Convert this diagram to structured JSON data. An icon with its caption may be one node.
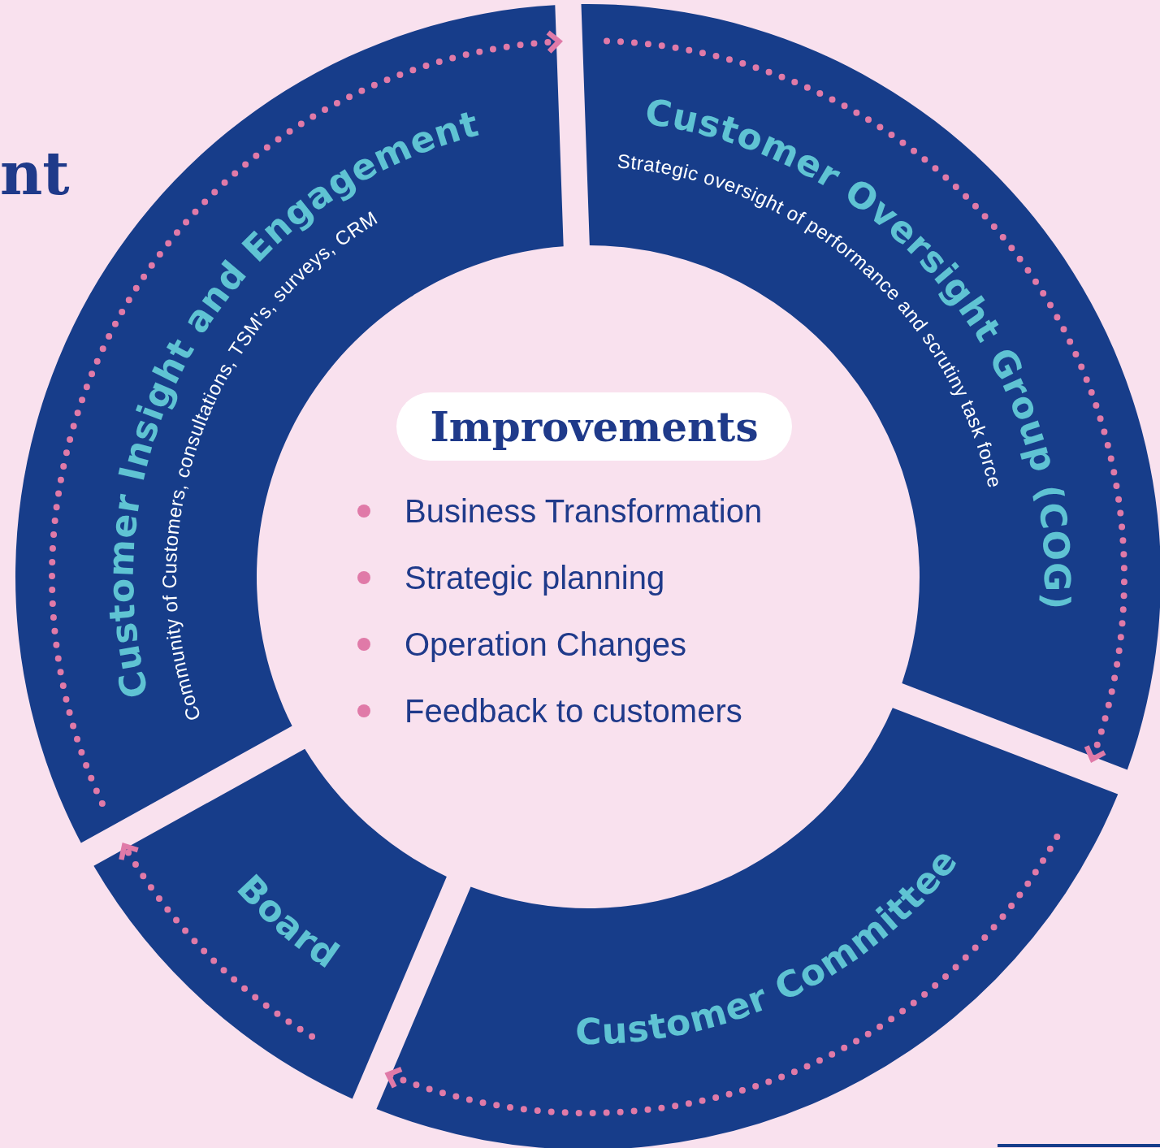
{
  "diagram": {
    "nodes": [
      {
        "text": [
          "Customer Insight and Engagement",
          "Community of Customers, consultations, TSM's, surveys, CRM"
        ]
      },
      {
        "text": [
          "Customer Oversight Group (COG)",
          "Strategic oversight of performance and scrutiny task force"
        ]
      },
      {
        "text": [
          "Customer Committee"
        ]
      },
      {
        "text": [
          "Board"
        ]
      },
      {
        "text": [
          "Improvements"
        ]
      }
    ],
    "edges": [
      {
        "from": 0,
        "to": 1,
        "arrow": "to",
        "style": "dashed"
      },
      {
        "from": 1,
        "to": 2,
        "arrow": "to",
        "style": "dashed"
      },
      {
        "from": 2,
        "to": 3,
        "arrow": "to",
        "style": "dashed"
      },
      {
        "from": 3,
        "to": 0,
        "arrow": "to",
        "style": "dashed"
      }
    ],
    "labels": [
      "nt",
      "Business Transformation",
      "Strategic planning",
      "Operation Changes",
      "Feedback to customers"
    ]
  }
}
